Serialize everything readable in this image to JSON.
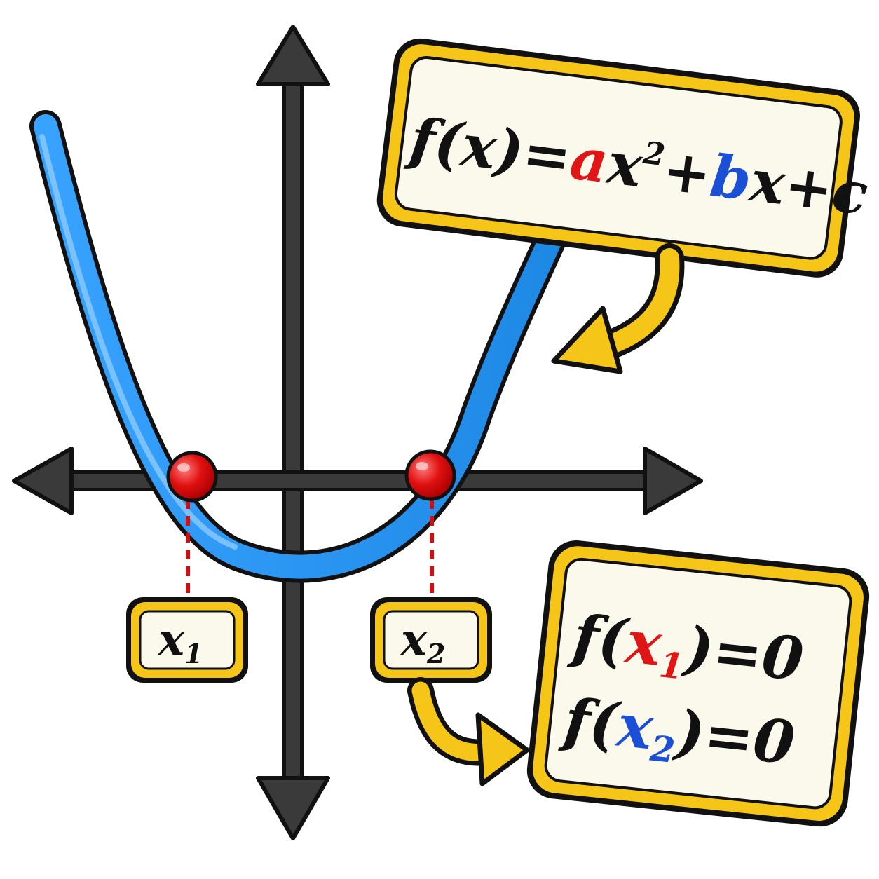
{
  "formula": {
    "f": "f",
    "open": "(",
    "x": "x",
    "close": ")",
    "equals": "=",
    "a": "a",
    "x_squared": "x",
    "exp": "2",
    "plus1": "+",
    "b": "b",
    "x_linear": "x",
    "plus2": "+",
    "c": "c"
  },
  "root_labels": {
    "x1": {
      "var": "x",
      "sub": "1"
    },
    "x2": {
      "var": "x",
      "sub": "2"
    }
  },
  "equations": {
    "line1": {
      "f": "f",
      "open": "(",
      "var": "x",
      "sub": "1",
      "close": ")",
      "rhs": "=0"
    },
    "line2": {
      "f": "f",
      "open": "(",
      "var": "x",
      "sub": "2",
      "close": ")",
      "rhs": "=0"
    }
  },
  "colors": {
    "curve": "#1e88e5",
    "axes": "#3a3a3a",
    "root_point": "#e01010",
    "box_border": "#f5c518",
    "box_fill": "#fbf8ec",
    "arrow": "#f5c518",
    "a_coef": "#e01515",
    "b_coef": "#1a4fd6",
    "x1_color": "#e01515",
    "x2_color": "#1a4fd6"
  },
  "icons": [
    "curved-arrow-icon",
    "axis-arrowhead-icon"
  ]
}
